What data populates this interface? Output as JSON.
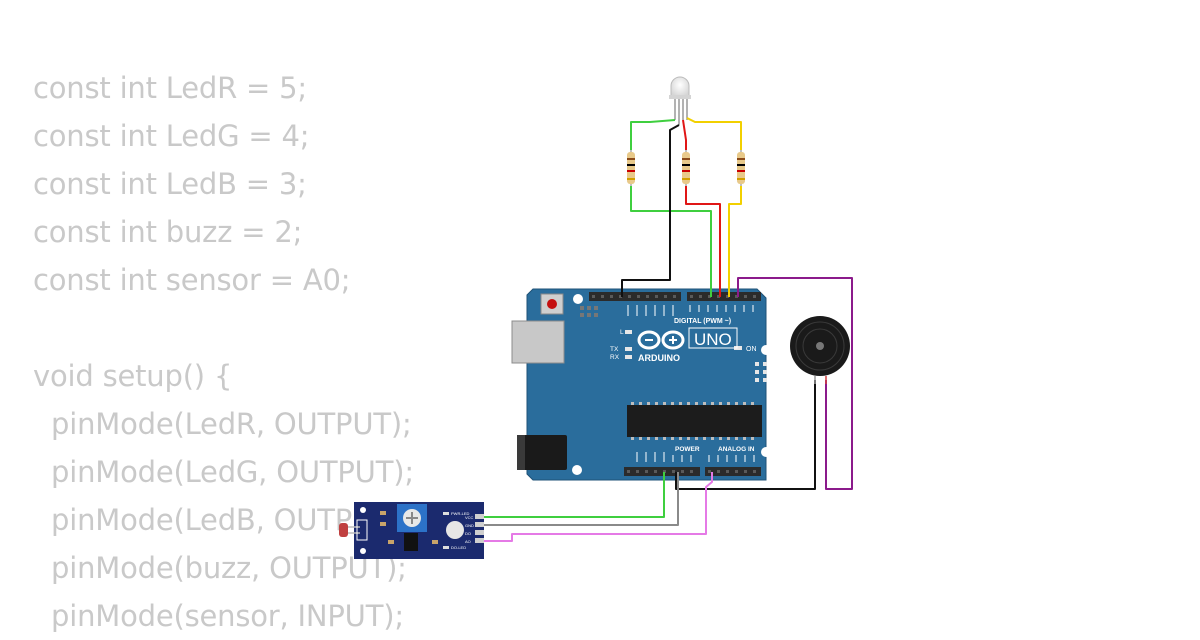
{
  "code": {
    "lines": [
      "const int LedR = 5;",
      "const int LedG = 4;",
      "const int LedB = 3;",
      "const int buzz = 2;",
      "const int sensor = A0;",
      "",
      "void setup() {",
      "  pinMode(LedR, OUTPUT);",
      "  pinMode(LedG, OUTPUT);",
      "  pinMode(LedB, OUTPUT);",
      "  pinMode(buzz, OUTPUT);",
      "  pinMode(sensor, INPUT);"
    ]
  },
  "board": {
    "brand": "ARDUINO",
    "model": "UNO",
    "digital_label": "DIGITAL (PWM ~)",
    "on_label": "ON",
    "power_label": "POWER",
    "analog_label": "ANALOG IN",
    "l_label": "L",
    "tx_label": "TX",
    "rx_label": "RX",
    "color": "#2a6d9c"
  },
  "sensor_module": {
    "pins": [
      "VCC",
      "GND",
      "DO",
      "AO"
    ],
    "leds": [
      "PWR-LED",
      "DO-LED"
    ]
  },
  "wire_colors": {
    "green": "#3fcf3f",
    "red": "#e01616",
    "yellow": "#f2d000",
    "black": "#111111",
    "purple": "#8b1a8b",
    "gray": "#8a8a8a",
    "pink": "#e57ae6"
  }
}
